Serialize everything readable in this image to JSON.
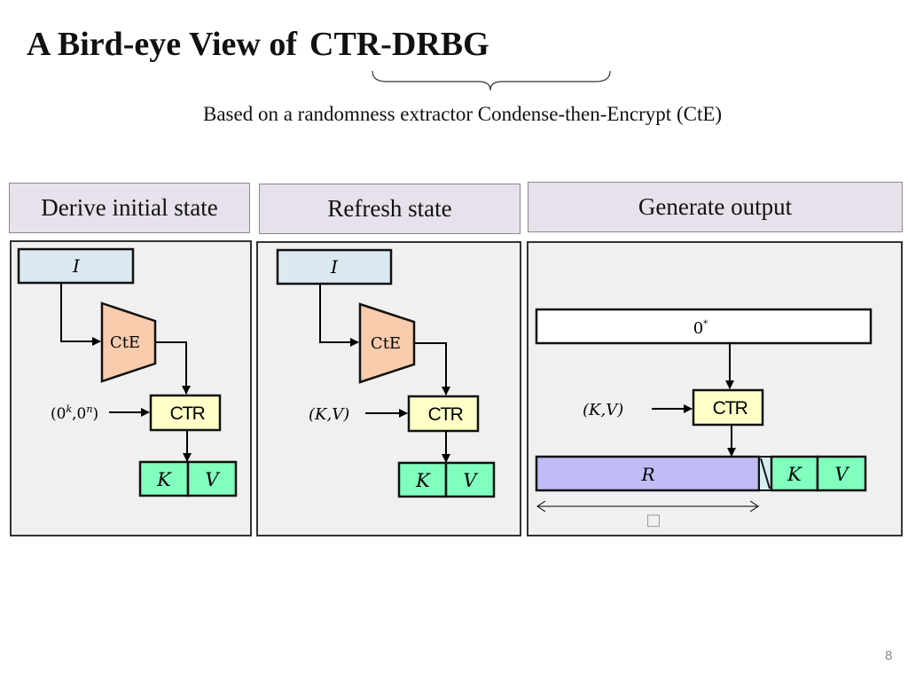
{
  "title": {
    "prefix": "A Bird-eye View of",
    "highlight": "CTR-DRBG"
  },
  "subtitle": "Based on a randomness extractor Condense-then-Encrypt (CtE)",
  "panels": [
    {
      "header": "Derive initial state",
      "input": "I",
      "extractor": "CtE",
      "state_in": {
        "open": "(0",
        "sup1": "k",
        "mid": ",0",
        "sup2": "n",
        "close": ")"
      },
      "cipher": "CTR",
      "out_k": "K",
      "out_v": "V"
    },
    {
      "header": "Refresh state",
      "input": "I",
      "extractor": "CtE",
      "state_in": "(K,V)",
      "cipher": "CTR",
      "out_k": "K",
      "out_v": "V"
    },
    {
      "header": "Generate output",
      "zeros": {
        "base": "0",
        "sup": "*"
      },
      "state_in": "(K,V)",
      "cipher": "CTR",
      "out_r": "R",
      "out_k": "K",
      "out_v": "V",
      "length_label": "□"
    }
  ],
  "page_number": "8",
  "colors": {
    "header_bg": "#e6e1ea",
    "panel_bg": "#f0f0f0",
    "input_box": "#dbe9f0",
    "cte": "#f8cbad",
    "ctr": "#ffffc8",
    "kv": "#80ffbe",
    "r": "#c0bcf5"
  }
}
